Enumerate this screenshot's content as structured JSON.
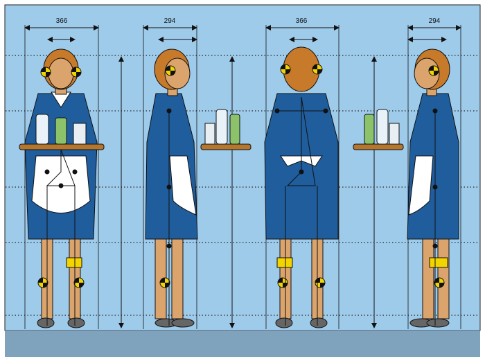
{
  "dimensions": {
    "front_width": "366",
    "side_right_width": "294",
    "back_width": "366",
    "side_left_width": "294"
  },
  "colors": {
    "background": "#9fcbeb",
    "floor": "#7fa2bd",
    "dress": "#1f5d9c",
    "skin": "#dba46c",
    "hair": "#c77a2a",
    "tray": "#b5772e",
    "marker_yellow": "#f2d400"
  },
  "views": [
    "front",
    "side-right",
    "back",
    "side-left"
  ]
}
